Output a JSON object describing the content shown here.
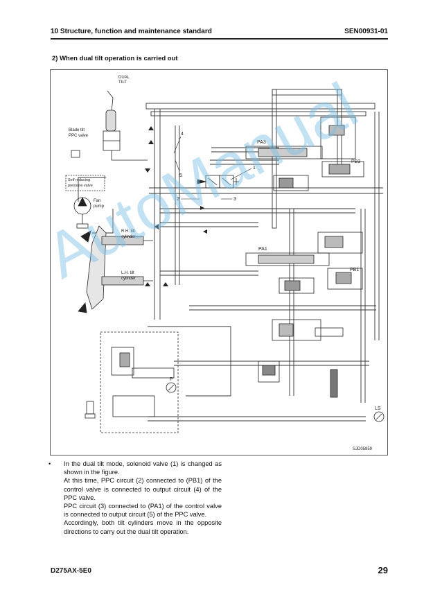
{
  "header": {
    "section": "10 Structure, function and maintenance standard",
    "code": "SEN00931-01"
  },
  "section_title": "2)    When dual tilt operation is carried out",
  "diagram": {
    "labels": {
      "dual_tilt": [
        "DUAL",
        "TILT"
      ],
      "blade_tilt_ppc": [
        "Blade tilt",
        "PPC valve"
      ],
      "self_reducing": [
        "Self reducing",
        "pressure valve"
      ],
      "fan_pump": [
        "Fan",
        "pump"
      ],
      "rh_tilt": [
        "R.H. tilt",
        "cylinder"
      ],
      "lh_tilt": [
        "L.H. tilt",
        "cylinder"
      ],
      "pa3": "PA3",
      "pb3": "PB3",
      "pa1": "PA1",
      "pb1": "PB1",
      "p": "P",
      "ls": "LS",
      "n1": "1",
      "n2": "2",
      "n3": "3",
      "n4": "4",
      "n5": "5",
      "drawing_no": "SJD05859"
    }
  },
  "watermark": "AutoManual",
  "description": {
    "bullet": "•",
    "paragraphs": [
      "In the dual tilt mode, solenoid valve (1) is changed as shown in the figure.",
      "At this time, PPC circuit (2) connected to (PB1) of the control valve is connected to output circuit (4) of the PPC valve.",
      "PPC circuit (3) connected to (PA1) of the control valve is connected to output circuit (5) of the PPC valve.",
      "Accordingly, both tilt cylinders move in the opposite directions to carry out the dual tilt operation."
    ]
  },
  "footer": {
    "model": "D275AX-5E0",
    "page": "29"
  }
}
